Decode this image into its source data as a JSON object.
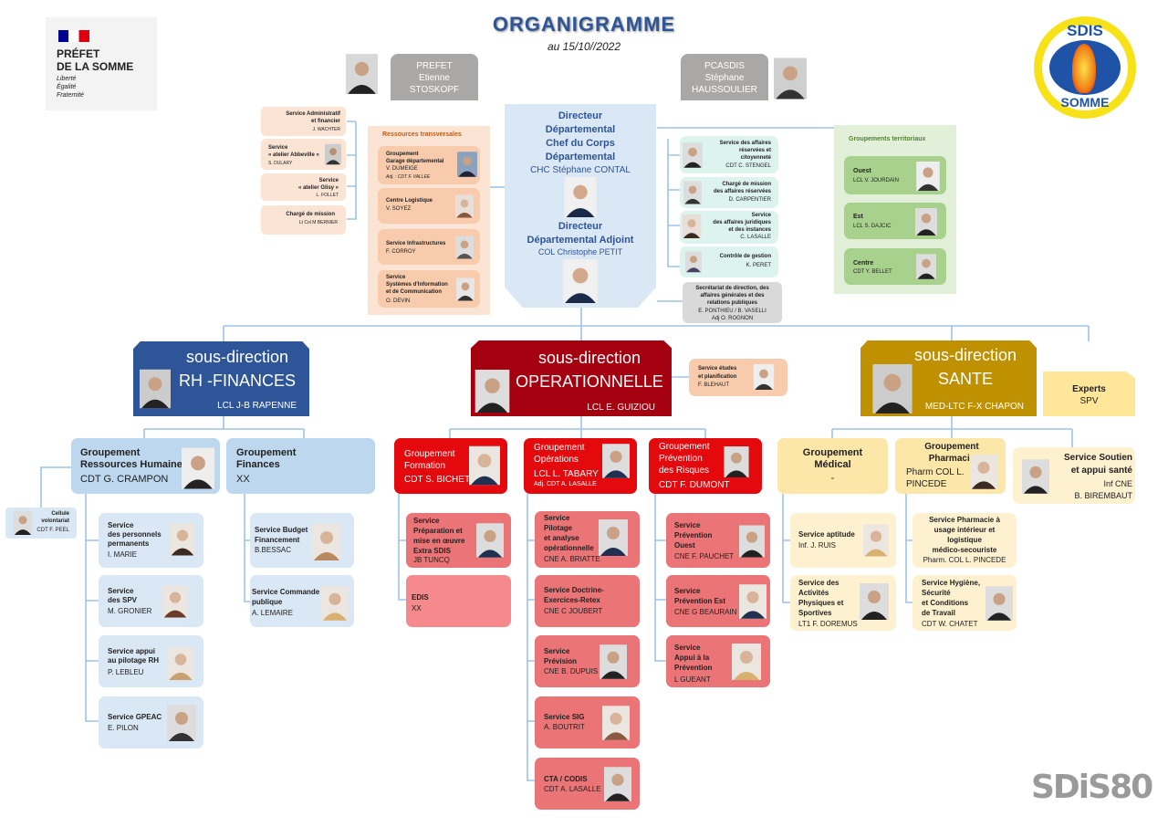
{
  "header": {
    "title": "ORGANIGRAMME",
    "date": "au 15/10//2022"
  },
  "prefet_logo": {
    "l1": "PRÉFET",
    "l2": "DE LA SOMME",
    "motto": "Liberté\nÉgalité\nFraternité"
  },
  "sdis_logo": {
    "top": "SDIS",
    "bottom": "SOMME"
  },
  "footer_logo": "SDiS80",
  "prefet": "PREFET\nEtienne\nSTOSKOPF",
  "pcasdis": "PCASDIS\nStéphane\nHAUSSOULIER",
  "director": {
    "t1": "Directeur\nDépartemental\nChef du Corps\nDépartemental",
    "n1": "CHC Stéphane CONTAL",
    "t2": "Directeur\nDépartemental Adjoint",
    "n2": "COL Christophe PETIT"
  },
  "left_services": [
    {
      "t": "Service Administratif\net financier",
      "n": "J. WACHTER"
    },
    {
      "t": "Service\n« atelier Abbeville »",
      "n": "S. DULARY"
    },
    {
      "t": "Service\n« atelier Glisy »",
      "n": "L. FOLLET"
    },
    {
      "t": "Chargé de mission",
      "n": "Lt Col M BERNIER"
    }
  ],
  "transversal": {
    "title": "Ressources transversales",
    "items": [
      {
        "t": "Groupement\nGarage départemental",
        "n": "V. DUMEIGE",
        "adj": "Adj. : CDT F. VALLEE"
      },
      {
        "t": "Centre Logistique",
        "n": "V. SOYEZ"
      },
      {
        "t": "Service Infrastructures",
        "n": "F. CORROY"
      },
      {
        "t": "Service\nSystèmes d'Information\net de Communication",
        "n": "O. DEVIN"
      }
    ]
  },
  "right_services": [
    {
      "t": "Service des affaires\nréservées et\ncitoyenneté",
      "n": "CDT C. STENGEL"
    },
    {
      "t": "Chargé de mission\ndes affaires réservées",
      "n": "D. CARPENTIER"
    },
    {
      "t": "Service\ndes affaires juridiques\net des instances",
      "n": "C. LASALLE"
    },
    {
      "t": "Contrôle de gestion",
      "n": "K. PERET"
    }
  ],
  "secretariat": {
    "t": "Secrétariat de direction, des\naffaires générales et des\nrelations publiques",
    "n": "E. PONTHIEU / B. VASELLI\nAdj O. ROGNON"
  },
  "territorial": {
    "title": "Groupements territoriaux",
    "items": [
      {
        "t": "Ouest",
        "n": "LCL V. JOURDAIN"
      },
      {
        "t": "Est",
        "n": "LCL S. DAJCIC"
      },
      {
        "t": "Centre",
        "n": "CDT Y. BELLET"
      }
    ]
  },
  "sd_rh": {
    "t": "sous-direction\nRH -FINANCES",
    "n": "LCL J-B RAPENNE"
  },
  "sd_op": {
    "t": "sous-direction\nOPERATIONNELLE",
    "n": "LCL E. GUIZIOU"
  },
  "sd_sante": {
    "t": "sous-direction\nSANTE",
    "n": "MED-LTC  F-X CHAPON"
  },
  "etudes": {
    "t": "Service études\net planification",
    "n": "F. BLEHAUT"
  },
  "experts": {
    "t": "Experts",
    "n": "SPV"
  },
  "gr_rh": {
    "t": "Groupement\nRessources Humaines",
    "n": "CDT G. CRAMPON"
  },
  "gr_fin": {
    "t": "Groupement\nFinances",
    "n": "XX"
  },
  "cellule": {
    "t": "Cellule\nvolontariat",
    "n": "CDT F. PEEL"
  },
  "rh_services": [
    {
      "t": "Service\ndes personnels\npermanents",
      "n": "I. MARIE"
    },
    {
      "t": "Service\ndes SPV",
      "n": "M. GRONIER"
    },
    {
      "t": "Service appui\nau pilotage RH",
      "n": "P. LEBLEU"
    },
    {
      "t": "Service GPEAC",
      "n": "E. PILON"
    }
  ],
  "fin_services": [
    {
      "t": "Service Budget\nFinancement",
      "n": "B.BESSAC"
    },
    {
      "t": "Service Commande\npublique",
      "n": "A. LEMAIRE"
    }
  ],
  "gr_form": {
    "t": "Groupement\nFormation",
    "n": "CDT S. BICHET"
  },
  "gr_ops": {
    "t": "Groupement\nOpérations",
    "n": "LCL L. TABARY",
    "adj": "Adj.   CDT A. LASALLE"
  },
  "gr_prev": {
    "t": "Groupement\nPrévention\ndes Risques",
    "n": "CDT F. DUMONT"
  },
  "form_services": [
    {
      "t": "Service\nPréparation  et\nmise en œuvre\nExtra SDIS",
      "n": "JB TUNCQ"
    },
    {
      "t": "EDIS",
      "n": "XX"
    }
  ],
  "ops_services": [
    {
      "t": "Service\n Pilotage\net analyse\nopérationnelle",
      "n": "CNE A. BRIATTE"
    },
    {
      "t": "Service Doctrine-\nExercices-Retex",
      "n": "CNE C JOUBERT"
    },
    {
      "t": "Service\nPrévision",
      "n": "CNE B. DUPUIS"
    },
    {
      "t": "Service SIG",
      "n": "A. BOUTRIT"
    },
    {
      "t": "CTA / CODIS",
      "n": "CDT A. LASALLE"
    }
  ],
  "prev_services": [
    {
      "t": "Service\nPrévention\nOuest",
      "n": "CNE F. PAUCHET"
    },
    {
      "t": "Service\nPrévention  Est",
      "n": "CNE G BEAURAIN"
    },
    {
      "t": "Service\nAppui à la\nPrévention",
      "n": "L GUEANT"
    }
  ],
  "gr_med": {
    "t": "Groupement\nMédical",
    "n": "-"
  },
  "gr_pharma": {
    "t": "Groupement\nPharmacie",
    "n": "Pharm COL L.\nPINCEDE"
  },
  "soutien": {
    "t": "Service Soutien\net appui santé",
    "n": "Inf CNE\nB. BIREMBAUT"
  },
  "med_services": [
    {
      "t": "Service aptitude",
      "n": "Inf. J. RUIS"
    },
    {
      "t": "Service des\nActivités\nPhysiques  et\nSportives",
      "n": "LT1 F. DOREMUS"
    }
  ],
  "pharma_services": [
    {
      "t": "Service Pharmacie à\nusage intérieur et\nlogistique\nmédico-secouriste",
      "n": "Pharm. COL L. PINCEDE"
    },
    {
      "t": "Service Hygiène,\nSécurité\net Conditions\nde Travail",
      "n": "CDT W. CHATET"
    }
  ]
}
